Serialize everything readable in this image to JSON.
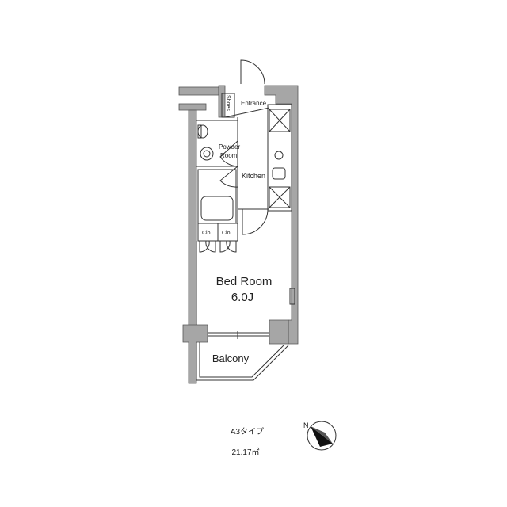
{
  "rooms": {
    "shoes": "Shoes",
    "entrance": "Entrance",
    "powder_room_line1": "Powder",
    "powder_room_line2": "Room",
    "kitchen": "Kitchen",
    "closet_1": "Clo.",
    "closet_2": "Clo.",
    "bedroom": "Bed Room",
    "bedroom_size": "6.0J",
    "balcony": "Balcony"
  },
  "info": {
    "type": "A3タイプ",
    "area": "21.17㎡"
  },
  "compass": {
    "label": "N",
    "icon": "north-arrow-icon"
  },
  "colors": {
    "wall": "#a6a6a6",
    "line": "#333333",
    "background": "#ffffff"
  }
}
